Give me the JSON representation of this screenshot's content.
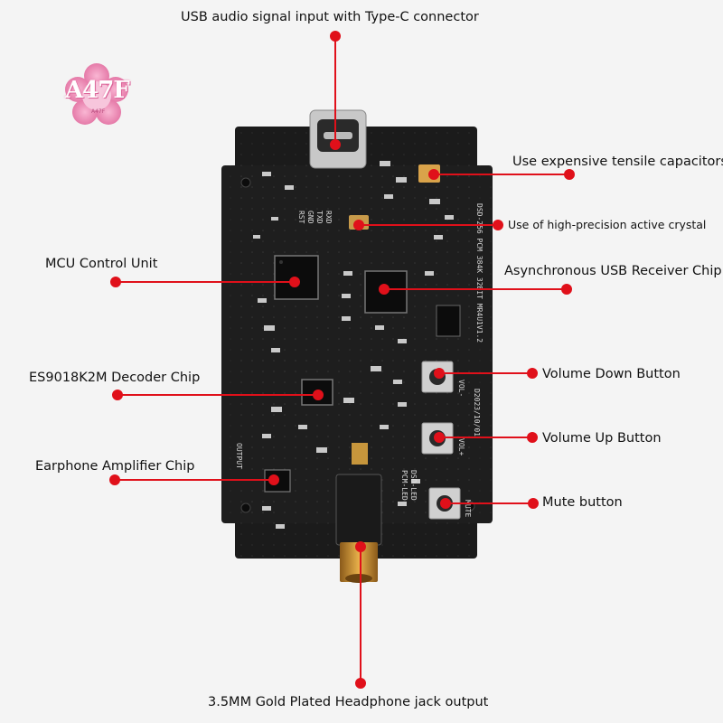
{
  "brand": {
    "logo_text": "A47F",
    "logo_subtext": "A47F"
  },
  "labels": {
    "usb_input": "USB audio signal input with Type-C connector",
    "capacitors": "Use expensive tensile capacitors",
    "crystal": "Use of high-precision active crystal",
    "mcu": "MCU Control Unit",
    "usb_receiver": "Asynchronous USB Receiver Chip",
    "decoder": "ES9018K2M Decoder Chip",
    "volume_down": "Volume Down Button",
    "volume_up": "Volume Up Button",
    "amp": "Earphone Amplifier Chip",
    "mute": "Mute button",
    "jack": "3.5MM Gold Plated Headphone jack output"
  },
  "board_silkscreen": {
    "vol_minus": "VOL-",
    "vol_plus": "VOL+",
    "mute": "MUTE",
    "pins": [
      "RST",
      "GND",
      "TXD",
      "RXD"
    ],
    "right_edge": "DSD-256  PCM 384K  32BIT  MR4U1V1.2",
    "date": "D2023/10/01",
    "output": "OUTPUT",
    "led": "DSD-LED",
    "pcm_led": "PCM-LED"
  },
  "colors": {
    "accent": "#e0101a",
    "board": "#1a1a1a",
    "background": "#f4f4f4"
  }
}
